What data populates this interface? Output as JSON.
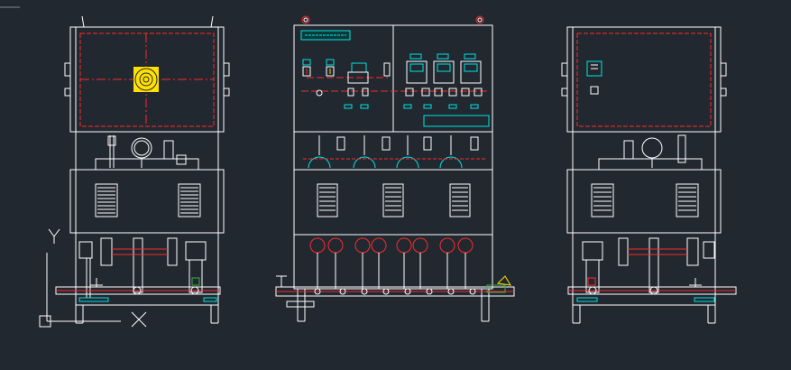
{
  "colors": {
    "background": "#212830",
    "frame": "#ffffff",
    "panel_border": "#ff2a2a",
    "pipe": "#ff2a2a",
    "display": "#00e5e5",
    "accent_yellow": "#ffe000",
    "label_green": "#3fae3f",
    "grid_dark": "#1a1f26"
  },
  "ucs": {
    "y_axis_label": "Y"
  },
  "views": [
    {
      "id": "left-side-view",
      "label": ""
    },
    {
      "id": "front-view",
      "label": ""
    },
    {
      "id": "right-side-view",
      "label": ""
    }
  ]
}
